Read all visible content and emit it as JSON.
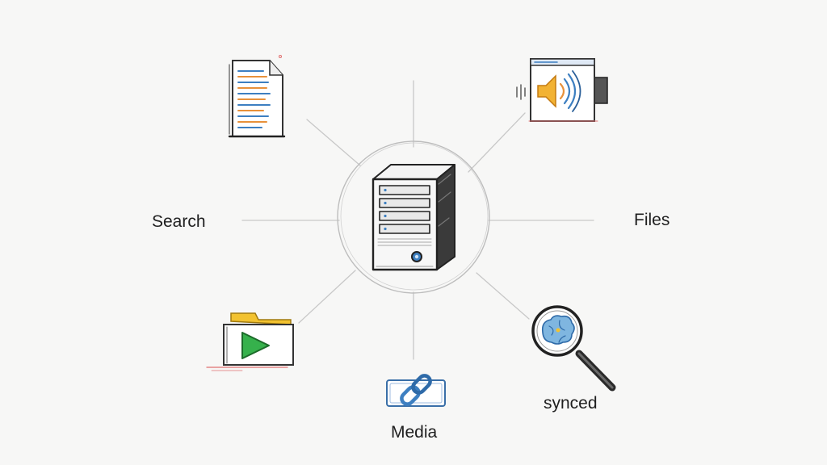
{
  "labels": {
    "search": "Search",
    "files": "Files",
    "media": "Media",
    "synced": "synced"
  },
  "icons": {
    "center": "server-tower-icon",
    "top_left": "document-icon",
    "top_right": "audio-window-icon",
    "bottom_left": "video-folder-icon",
    "bottom_center": "link-icon",
    "bottom_right": "magnifier-brain-icon"
  },
  "colors": {
    "line": "#c9c9c9",
    "ink": "#2a2a2a",
    "accent_blue": "#3d7fc1",
    "accent_orange": "#e8913a",
    "accent_yellow": "#f2c230",
    "accent_green": "#2fae4a"
  }
}
